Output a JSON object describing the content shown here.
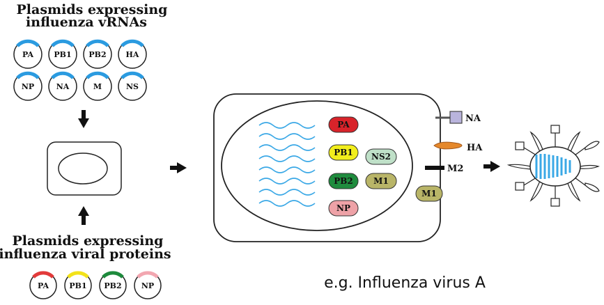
{
  "top_plasmids": {
    "title_line1": "Plasmids expressing",
    "title_line2": "influenza vRNAs",
    "row1": [
      "PA",
      "PB1",
      "PB2",
      "HA"
    ],
    "row2": [
      "NP",
      "NA",
      "M",
      "NS"
    ],
    "arc_color": "#2b9be0"
  },
  "bottom_plasmids": {
    "title_line1": "Plasmids expressing",
    "title_line2": "influenza viral proteins",
    "items": [
      {
        "label": "PA",
        "color": "#e23a3a"
      },
      {
        "label": "PB1",
        "color": "#f2e21a"
      },
      {
        "label": "PB2",
        "color": "#1d8a3c"
      },
      {
        "label": "NP",
        "color": "#f2a6b0"
      }
    ]
  },
  "cell": {
    "proteins": [
      {
        "label": "PA",
        "color": "#d8232a"
      },
      {
        "label": "PB1",
        "color": "#f2ee1c"
      },
      {
        "label": "PB2",
        "color": "#1f8c3e"
      },
      {
        "label": "NP",
        "color": "#eea2a7"
      },
      {
        "label": "NS2",
        "color": "#bfe0c8"
      },
      {
        "label": "M1",
        "color": "#b9b568"
      }
    ],
    "membrane_m1": {
      "label": "M1",
      "color": "#b9b568"
    },
    "vrna_color": "#3aa8e6",
    "surface": {
      "na": {
        "label": "NA",
        "color": "#b9b4dc"
      },
      "ha": {
        "label": "HA",
        "color": "#e5882b"
      },
      "m2": {
        "label": "M2",
        "color": "#111111"
      }
    }
  },
  "virion": {
    "rna_color": "#3aa8e6"
  },
  "caption": "e.g. Influenza virus A"
}
